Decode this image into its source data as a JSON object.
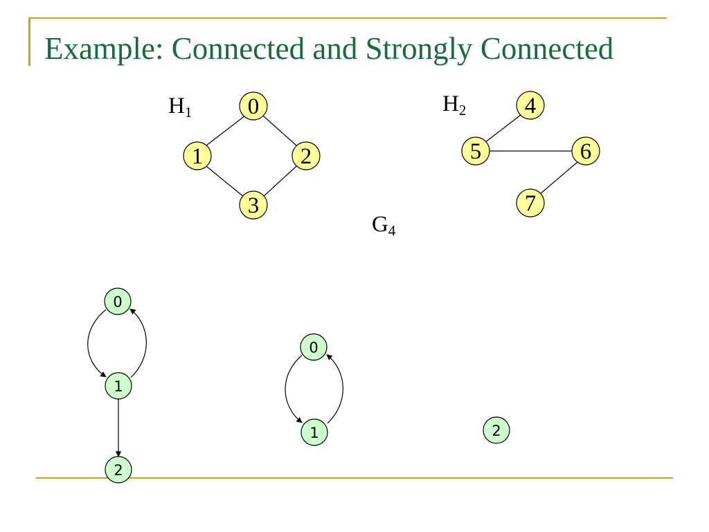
{
  "slide": {
    "title": "Example: Connected and Strongly Connected",
    "colors": {
      "title": "#1a6b3a",
      "accent_line": "#d4a017",
      "node_yellow_fill": "#ffff99",
      "node_green_fill": "#ccffcc"
    }
  },
  "labels": {
    "h1": {
      "main": "H",
      "sub": "1"
    },
    "h2": {
      "main": "H",
      "sub": "2"
    },
    "g4": {
      "main": "G",
      "sub": "4"
    }
  },
  "graphs": {
    "h1": {
      "nodes": [
        {
          "id": "0",
          "label": "0"
        },
        {
          "id": "1",
          "label": "1"
        },
        {
          "id": "2",
          "label": "2"
        },
        {
          "id": "3",
          "label": "3"
        }
      ],
      "edges": [
        [
          "0",
          "1"
        ],
        [
          "0",
          "2"
        ],
        [
          "1",
          "3"
        ],
        [
          "2",
          "3"
        ]
      ]
    },
    "h2": {
      "nodes": [
        {
          "id": "4",
          "label": "4"
        },
        {
          "id": "5",
          "label": "5"
        },
        {
          "id": "6",
          "label": "6"
        },
        {
          "id": "7",
          "label": "7"
        }
      ],
      "edges": [
        [
          "4",
          "5"
        ],
        [
          "5",
          "6"
        ],
        [
          "6",
          "7"
        ]
      ]
    },
    "digraph_left": {
      "nodes": [
        {
          "id": "0",
          "label": "0"
        },
        {
          "id": "1",
          "label": "1"
        },
        {
          "id": "2",
          "label": "2"
        }
      ],
      "edges": [
        [
          "0",
          "1"
        ],
        [
          "1",
          "0"
        ],
        [
          "1",
          "2"
        ]
      ]
    },
    "digraph_mid": {
      "nodes": [
        {
          "id": "0",
          "label": "0"
        },
        {
          "id": "1",
          "label": "1"
        }
      ],
      "edges": [
        [
          "0",
          "1"
        ],
        [
          "1",
          "0"
        ]
      ]
    },
    "digraph_right": {
      "nodes": [
        {
          "id": "2",
          "label": "2"
        }
      ],
      "edges": []
    }
  }
}
